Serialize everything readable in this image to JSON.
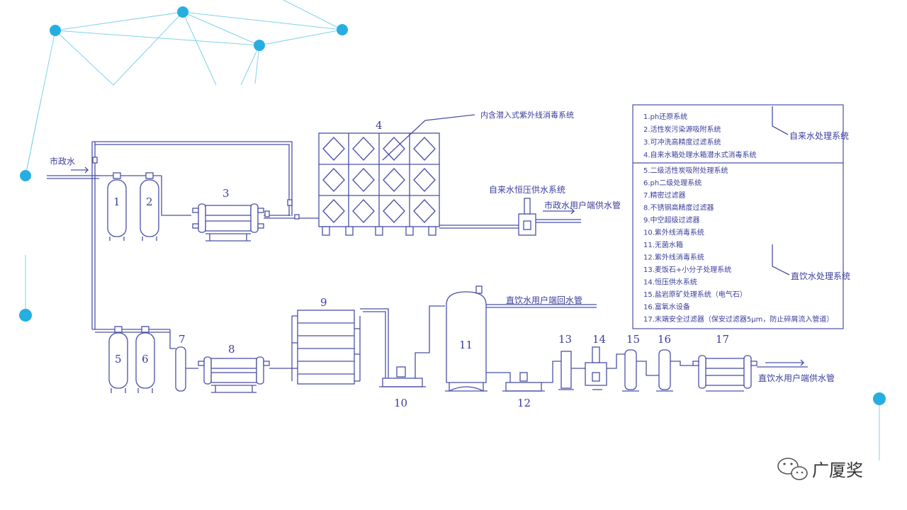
{
  "labels": {
    "city_water": "市政水",
    "uv_note": "内含潜入式紫外线消毒系统",
    "tap_const_pressure": "自来水恒压供水系统",
    "city_user_supply": "市政水用户端供水管",
    "drink_return": "直饮水用户端回水管",
    "drink_supply": "直饮水用户端供水管",
    "group_tap": "自来水处理系统",
    "group_drink": "直饮水处理系统"
  },
  "legend_group1": [
    "1.ph还原系统",
    "2.活性炭污染源吸附系统",
    "3.可冲洗高精度过滤系统",
    "4.自来水箱处理水箱潜水式消毒系统"
  ],
  "legend_group2": [
    "5.二级活性炭吸附处理系统",
    "6.ph二级处理系统",
    "7.精密过滤器",
    "8.不锈钢高精度过滤器",
    "9.中空超级过滤器",
    "10.紫外线消毒系统",
    "11.无菌水箱",
    "12.紫外线消毒系统",
    "13.麦饭石+小分子处理系统",
    "14.恒压供水系统",
    "15.盐岩原矿处理系统（电气石）",
    "16.富氧水设备",
    "17.末端安全过滤器（保安过滤器5μm，防止碎屑流入管道）"
  ],
  "equipment_numbers": [
    "1",
    "2",
    "3",
    "4",
    "5",
    "6",
    "7",
    "8",
    "9",
    "10",
    "11",
    "12",
    "13",
    "14",
    "15",
    "16",
    "17"
  ],
  "watermark": {
    "text": "广厦奖",
    "icon": "wechat-icon"
  },
  "colors": {
    "line": "#4a50a6",
    "text": "#3a3f9a",
    "accent_dot": "#27aee0",
    "network_line": "#7fd3ea"
  }
}
